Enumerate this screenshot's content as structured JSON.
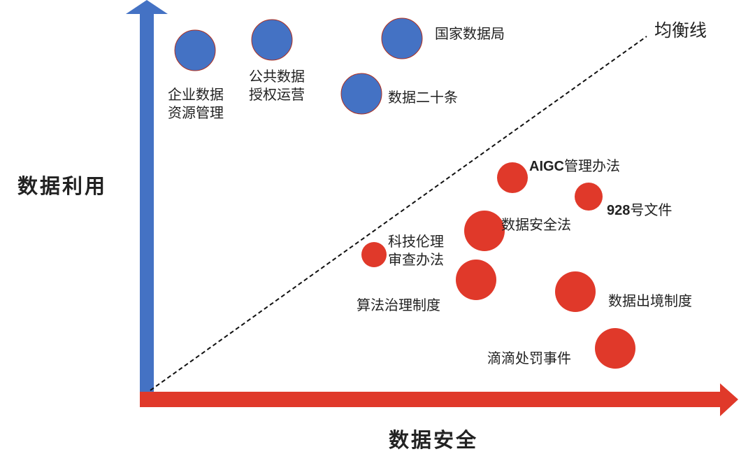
{
  "axes": {
    "y_label": "数据利用",
    "x_label": "数据安全",
    "y_color": "#4472C4",
    "x_color": "#E0392A"
  },
  "balance_line": {
    "label": "均衡线"
  },
  "utilization_items": [
    {
      "lines": [
        "企业数据",
        "资源管理"
      ]
    },
    {
      "lines": [
        "公共数据",
        "授权运营"
      ]
    },
    {
      "lines": [
        "国家数据局"
      ]
    },
    {
      "lines": [
        "数据二十条"
      ]
    }
  ],
  "security_items": [
    {
      "prefix": "AIGC",
      "text": "管理办法"
    },
    {
      "prefix": "928",
      "text": "号文件"
    },
    {
      "lines": [
        "数据安全法"
      ]
    },
    {
      "lines": [
        "科技伦理",
        "审查办法"
      ]
    },
    {
      "lines": [
        "算法治理制度"
      ]
    },
    {
      "lines": [
        "数据出境制度"
      ]
    },
    {
      "lines": [
        "滴滴处罚事件"
      ]
    }
  ],
  "colors": {
    "blue": "#4472C4",
    "red": "#E0392A"
  }
}
